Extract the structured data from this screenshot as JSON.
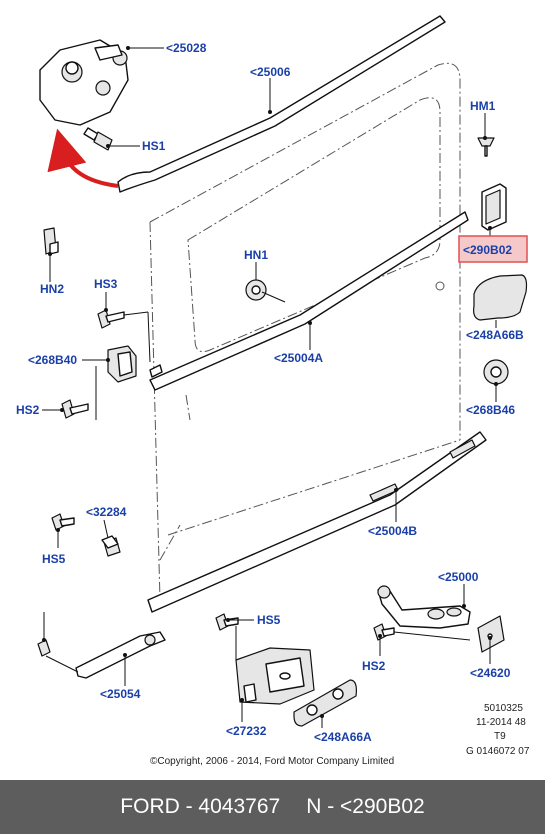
{
  "callouts": {
    "c25028": "<25028",
    "c25006": "<25006",
    "hs1": "HS1",
    "hm1": "HM1",
    "c290b02": "<290B02",
    "hn1": "HN1",
    "hn2": "HN2",
    "hs3": "HS3",
    "c248a66b": "<248A66B",
    "c268b40": "<268B40",
    "c25004a": "<25004A",
    "hs2_left": "HS2",
    "c268b46": "<268B46",
    "c32284": "<32284",
    "c25004b": "<25004B",
    "hs5_left": "HS5",
    "c25000": "<25000",
    "hs5_mid": "HS5",
    "hs2_right": "HS2",
    "c25054": "<25054",
    "c24620": "<24620",
    "c27232": "<27232",
    "c248a66a": "<248A66A"
  },
  "info_block": {
    "line1": "5010325",
    "line2": "11-2014 48",
    "line3": "T9",
    "line4": "G 0146072 07"
  },
  "copyright": "©Copyright, 2006 - 2014, Ford Motor Company Limited",
  "footer": {
    "part_text": "FORD - 4043767",
    "ref_text": "N - <290B02"
  },
  "colors": {
    "label": "#1a3fa8",
    "highlight_fill": "#f5c9c9",
    "highlight_border": "#e05050",
    "arrow": "#d81e1e",
    "footer_bg": "#5d5d5d"
  }
}
